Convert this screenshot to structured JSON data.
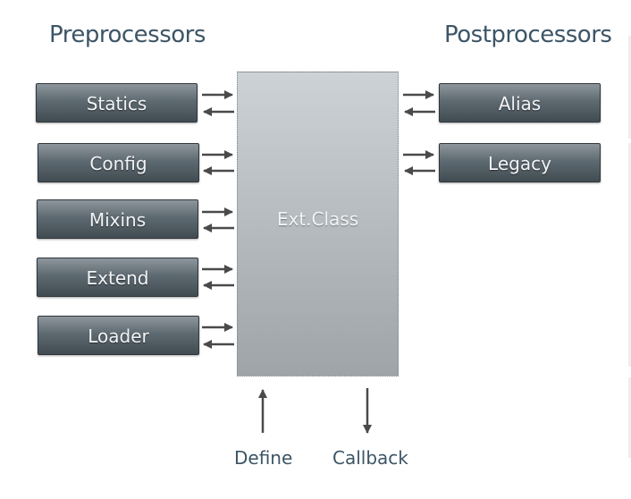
{
  "headings": {
    "preprocessors": "Preprocessors",
    "postprocessors": "Postprocessors"
  },
  "preprocessors": [
    "Statics",
    "Config",
    "Mixins",
    "Extend",
    "Loader"
  ],
  "postprocessors": [
    "Alias",
    "Legacy"
  ],
  "core": {
    "label": "Ext.Class"
  },
  "footer": {
    "define": "Define",
    "callback": "Callback"
  }
}
